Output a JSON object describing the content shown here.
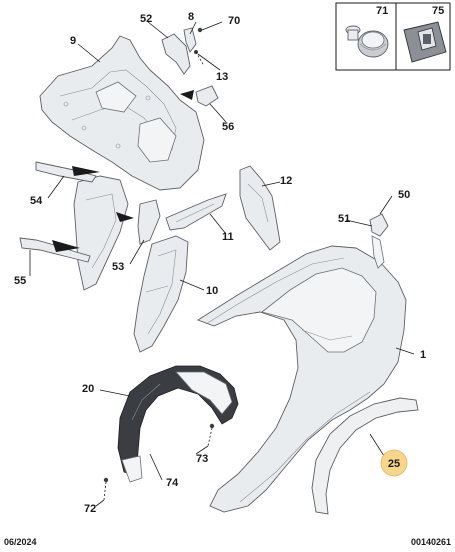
{
  "callouts": {
    "c1": "1",
    "c8": "8",
    "c9": "9",
    "c10": "10",
    "c11": "11",
    "c12": "12",
    "c13": "13",
    "c20": "20",
    "c25": "25",
    "c50": "50",
    "c51": "51",
    "c52": "52",
    "c53": "53",
    "c54": "54",
    "c55": "55",
    "c56": "56",
    "c70": "70",
    "c71": "71",
    "c72": "72",
    "c73": "73",
    "c74": "74",
    "c75": "75"
  },
  "footer": {
    "date": "06/2024",
    "reference": "00140261"
  },
  "colors": {
    "highlight_badge": "#f6d68a",
    "part_fill": "#e9ecef",
    "liner_dark": "#3a3d41"
  }
}
